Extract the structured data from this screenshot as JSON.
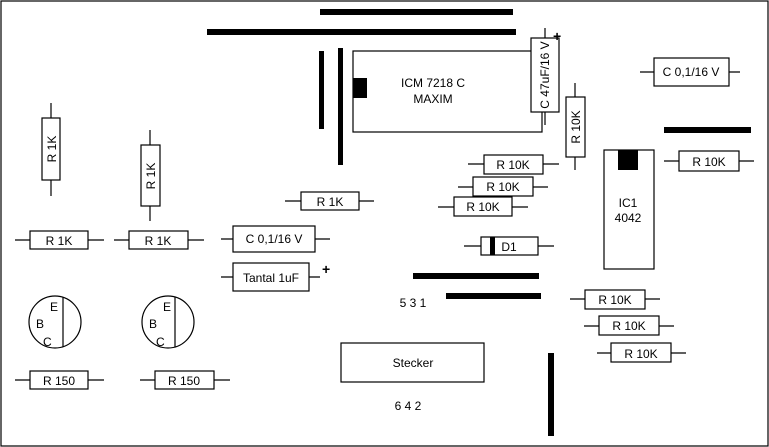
{
  "resistors": [
    {
      "id": "r-1k-vertical-a",
      "label": "R 1K"
    },
    {
      "id": "r-1k-vertical-b",
      "label": "R 1K"
    },
    {
      "id": "r-1k-horizontal-a",
      "label": "R 1K"
    },
    {
      "id": "r-1k-horizontal-b",
      "label": "R 1K"
    },
    {
      "id": "r-1k-center",
      "label": "R 1K"
    },
    {
      "id": "r-150-a",
      "label": "R 150"
    },
    {
      "id": "r-150-b",
      "label": "R 150"
    },
    {
      "id": "r-10k-a",
      "label": "R 10K"
    },
    {
      "id": "r-10k-b",
      "label": "R 10K"
    },
    {
      "id": "r-10k-c",
      "label": "R 10K"
    },
    {
      "id": "r-10k-vertical",
      "label": "R 10K"
    },
    {
      "id": "r-10k-right",
      "label": "R 10K"
    },
    {
      "id": "r-10k-lower-a",
      "label": "R 10K"
    },
    {
      "id": "r-10k-lower-b",
      "label": "R 10K"
    },
    {
      "id": "r-10k-lower-c",
      "label": "R 10K"
    }
  ],
  "capacitors": {
    "c_center": "C 0,1/16 V",
    "c_top_right": "C 0,1/16 V",
    "c_electrolytic": "C 47uF/16 V",
    "c_electrolytic_plus": "+",
    "tantal": "Tantal 1uF",
    "tantal_plus": "+"
  },
  "transistors": [
    {
      "e": "E",
      "b": "B",
      "c": "C"
    },
    {
      "e": "E",
      "b": "B",
      "c": "C"
    }
  ],
  "ic_maxim": {
    "line1": "ICM  7218 C",
    "line2": "MAXIM"
  },
  "ic1": {
    "line1": "IC1",
    "line2": "4042"
  },
  "diode": "D1",
  "connector": {
    "label": "Stecker",
    "pins_top": "5 3 1",
    "pins_bottom": "6 4 2"
  }
}
